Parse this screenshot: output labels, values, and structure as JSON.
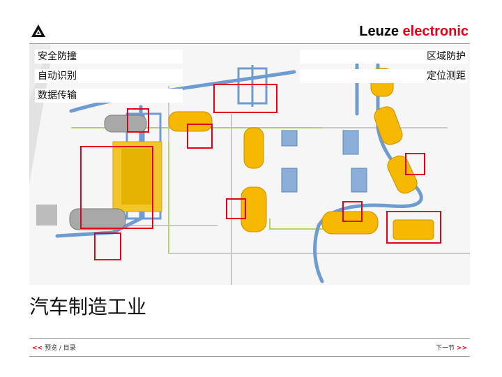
{
  "header": {
    "brand_name": "Leuze",
    "brand_accent": "electronic",
    "logo_icon": "leuze-triangle-logo-icon",
    "accent_color": "#e2001a"
  },
  "labels": {
    "left": [
      "安全防撞",
      "自动识别",
      "数据传输"
    ],
    "right": [
      "区域防护",
      "定位测距"
    ]
  },
  "heading": "汽车制造工业",
  "footer": {
    "prev_arrow": "<<",
    "prev_label": "预览 / 目录",
    "next_label": "下一节",
    "next_arrow": ">>"
  },
  "colors": {
    "highlight_box": "#e2001a",
    "car": "#f6b800",
    "conveyor": "#5f8fc4",
    "floor": "#f5f5f5"
  }
}
